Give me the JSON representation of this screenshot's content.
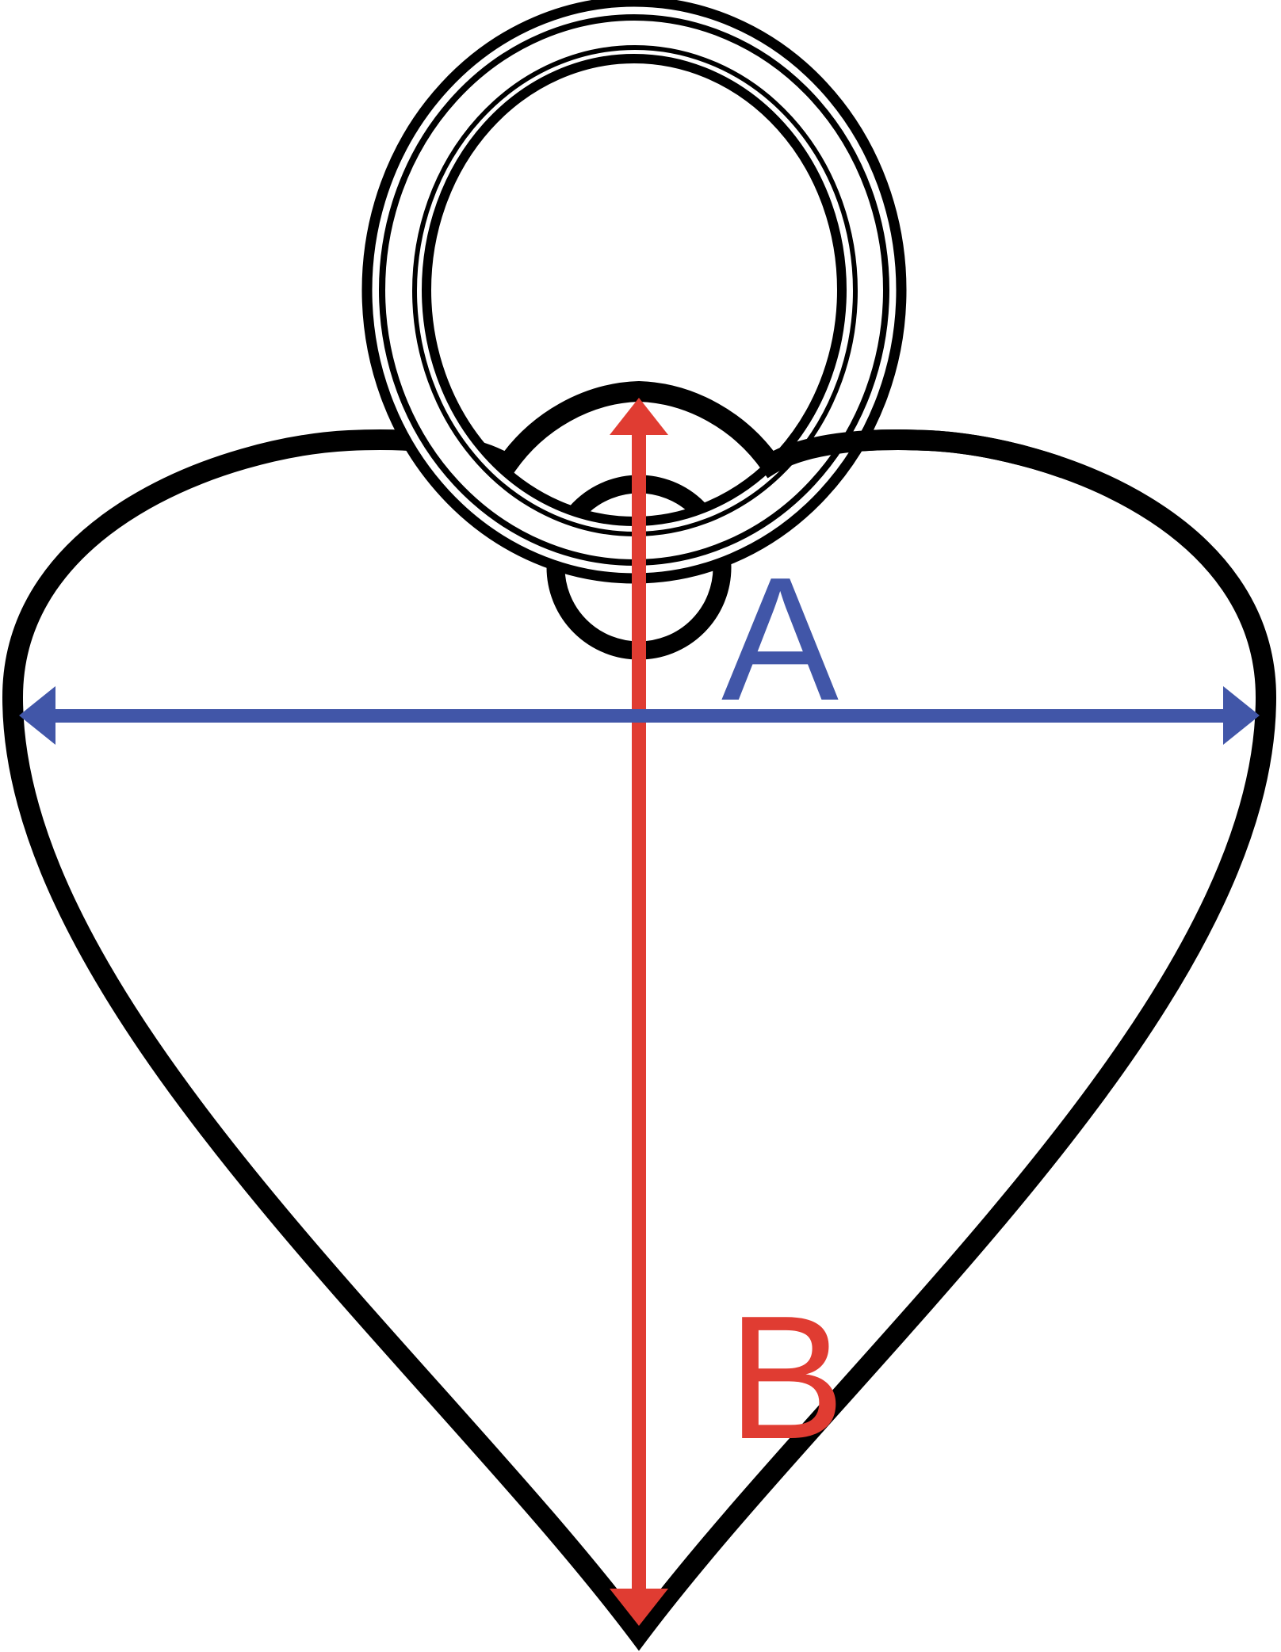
{
  "figure": {
    "description": "Line drawing of a heart-shaped pet ID tag with a split key ring attached through a round hole, annotated with two measurement arrows",
    "background_color": "#ffffff",
    "outline_color": "#000000",
    "tag_fill_color": "#ffffff",
    "shapes": {
      "tag": "heart-shaped tag outline",
      "hole": "round attachment hole",
      "ring": "split key ring interlocked through hole"
    },
    "width_arrow": {
      "label": "A",
      "orientation": "horizontal",
      "color": "#4156A8",
      "style": "double-headed arrow spanning tag width"
    },
    "height_arrow": {
      "label": "B",
      "orientation": "vertical",
      "color": "#E03C32",
      "style": "double-headed arrow spanning tag height"
    }
  }
}
